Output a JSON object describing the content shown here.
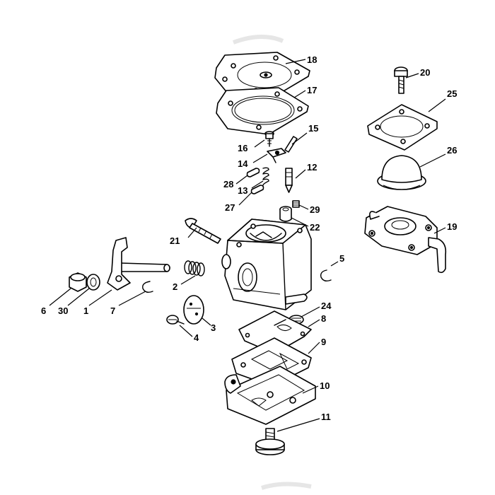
{
  "callouts": [
    {
      "id": "c1",
      "label": "1"
    },
    {
      "id": "c2",
      "label": "2"
    },
    {
      "id": "c3",
      "label": "3"
    },
    {
      "id": "c4",
      "label": "4"
    },
    {
      "id": "c5",
      "label": "5"
    },
    {
      "id": "c6",
      "label": "6"
    },
    {
      "id": "c7",
      "label": "7"
    },
    {
      "id": "c8",
      "label": "8"
    },
    {
      "id": "c9",
      "label": "9"
    },
    {
      "id": "c10",
      "label": "10"
    },
    {
      "id": "c11",
      "label": "11"
    },
    {
      "id": "c12",
      "label": "12"
    },
    {
      "id": "c13",
      "label": "13"
    },
    {
      "id": "c14",
      "label": "14"
    },
    {
      "id": "c15",
      "label": "15"
    },
    {
      "id": "c16",
      "label": "16"
    },
    {
      "id": "c17",
      "label": "17"
    },
    {
      "id": "c18",
      "label": "18"
    },
    {
      "id": "c19",
      "label": "19"
    },
    {
      "id": "c20",
      "label": "20"
    },
    {
      "id": "c21",
      "label": "21"
    },
    {
      "id": "c22",
      "label": "22"
    },
    {
      "id": "c24",
      "label": "24"
    },
    {
      "id": "c25",
      "label": "25"
    },
    {
      "id": "c26",
      "label": "26"
    },
    {
      "id": "c27",
      "label": "27"
    },
    {
      "id": "c28",
      "label": "28"
    },
    {
      "id": "c29",
      "label": "29"
    },
    {
      "id": "c30",
      "label": "30"
    }
  ]
}
